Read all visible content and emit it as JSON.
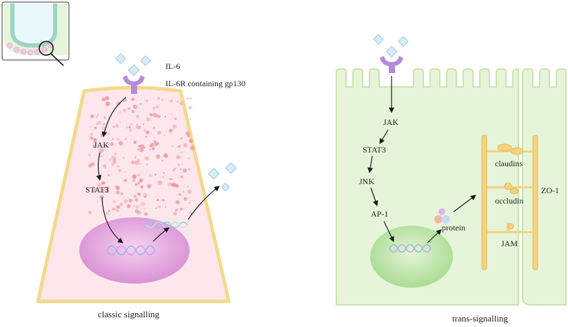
{
  "colors": {
    "classic_cell_fill": "#fde7ec",
    "classic_cell_border": "#f3d98a",
    "trans_cell_fill": "#e6f5d9",
    "trans_cell_border": "#c9e4ae",
    "classic_nucleus": "#dc8fd6",
    "trans_nucleus": "#a9dc93",
    "receptor": "#b48bd8",
    "cytokine": "#cfe8f6",
    "junction": "#f4d27e",
    "dots": "#ec8f9e"
  },
  "classic": {
    "labels": {
      "il6": "IL-6",
      "il6r": "IL-6R containing gp130",
      "jak": "JAK",
      "stat3": "STAT3"
    },
    "caption": "classic signalling"
  },
  "trans": {
    "labels": {
      "jak": "JAK",
      "stat3": "STAT3",
      "jnk": "JNK",
      "ap1": "AP-1",
      "protein": "protein",
      "claudins": "claudins",
      "occludin": "occludin",
      "zo1": "ZO-1",
      "jam": "JAM"
    },
    "caption": "trans-signalling"
  }
}
